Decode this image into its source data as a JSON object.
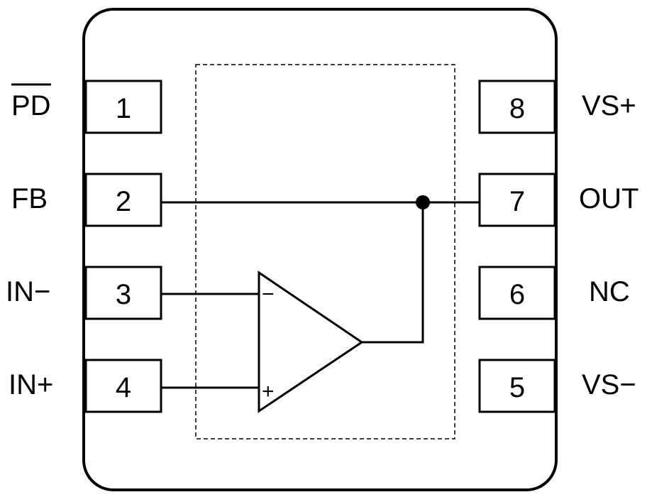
{
  "pins_left": [
    {
      "number": "1",
      "name": "PD",
      "overbar": true
    },
    {
      "number": "2",
      "name": "FB"
    },
    {
      "number": "3",
      "name": "IN−"
    },
    {
      "number": "4",
      "name": "IN+"
    }
  ],
  "pins_right": [
    {
      "number": "8",
      "name": "VS+"
    },
    {
      "number": "7",
      "name": "OUT"
    },
    {
      "number": "6",
      "name": "NC"
    },
    {
      "number": "5",
      "name": "VS−"
    }
  ],
  "amplifier": {
    "inverting_sign": "−",
    "noninverting_sign": "+"
  }
}
